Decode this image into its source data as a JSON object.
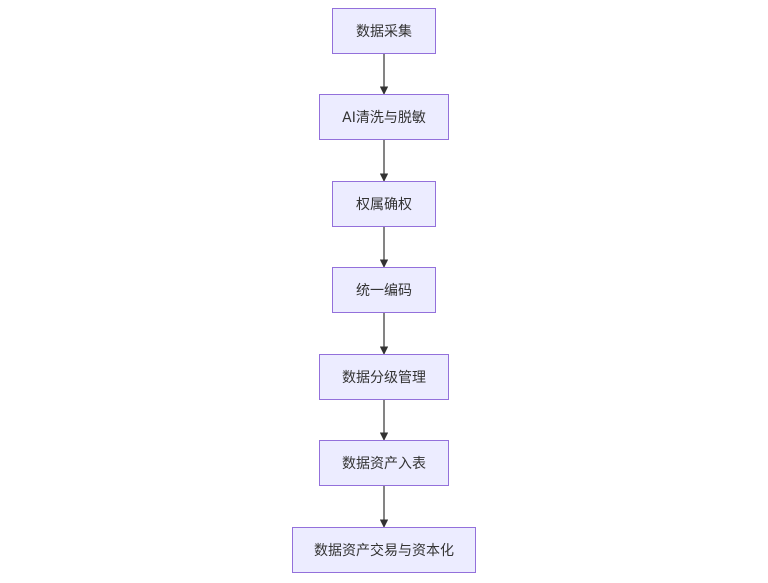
{
  "nodes": [
    {
      "label": "数据采集"
    },
    {
      "label": "AI清洗与脱敏"
    },
    {
      "label": "权属确权"
    },
    {
      "label": "统一编码"
    },
    {
      "label": "数据分级管理"
    },
    {
      "label": "数据资产入表"
    },
    {
      "label": "数据资产交易与资本化"
    }
  ],
  "colors": {
    "fill": "#ECECFF",
    "stroke": "#9370DB",
    "edge": "#333333"
  }
}
